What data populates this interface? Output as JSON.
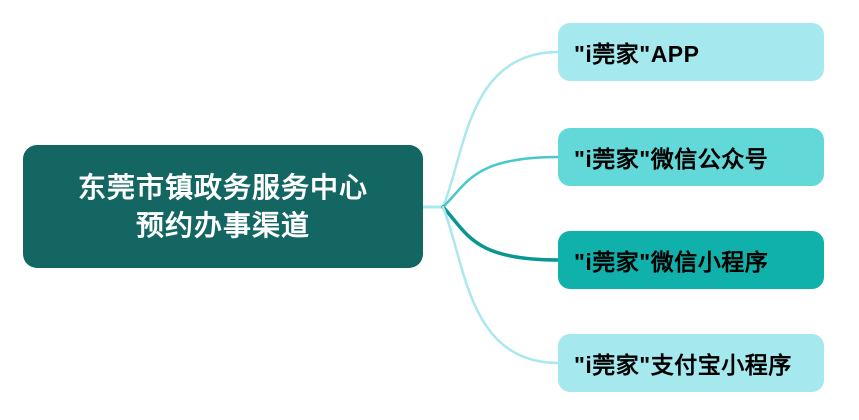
{
  "diagram": {
    "type": "mindmap",
    "root": {
      "label_line1": "东莞市镇政务服务中心",
      "label_line2": "预约办事渠道",
      "fill": "#136661",
      "text_color": "#ffffff",
      "stub_edge_color": "#a9e8ee"
    },
    "branches": [
      {
        "label": "\"i莞家\"APP",
        "fill": "#a5e9ef",
        "text_color": "#000000",
        "edge_color": "#a9e8ee"
      },
      {
        "label": "\"i莞家\"微信公众号",
        "fill": "#63d8d8",
        "text_color": "#000000",
        "edge_color": "#49c8cb"
      },
      {
        "label": "\"i莞家\"微信小程序",
        "fill": "#10b0ab",
        "text_color": "#000000",
        "edge_color": "#0a9793"
      },
      {
        "label": "\"i莞家\"支付宝小程序",
        "fill": "#a5e9ef",
        "text_color": "#000000",
        "edge_color": "#a9e8ee"
      }
    ]
  }
}
